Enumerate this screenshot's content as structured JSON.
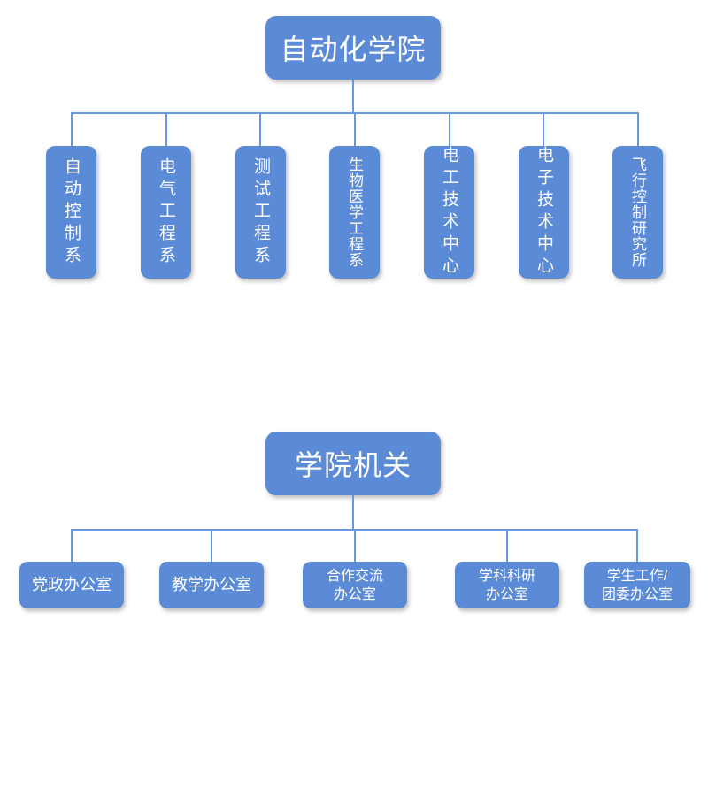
{
  "page": {
    "background_color": "#ffffff"
  },
  "colors": {
    "node_fill": "#5b8ad6",
    "node_text": "#ffffff",
    "connector": "#6a97e1"
  },
  "charts": [
    {
      "name": "automation-college",
      "root": {
        "label": "自动化学院"
      },
      "children": [
        {
          "label": "自动控制系"
        },
        {
          "label": "电气工程系"
        },
        {
          "label": "测试工程系"
        },
        {
          "label": "生物医学工程系"
        },
        {
          "label": "电工技术中心"
        },
        {
          "label": "电子技术中心"
        },
        {
          "label": "飞行控制研究所"
        }
      ]
    },
    {
      "name": "college-offices",
      "root": {
        "label": "学院机关"
      },
      "children": [
        {
          "label": "党政办公室"
        },
        {
          "label": "教学办公室"
        },
        {
          "label": "合作交流\n办公室"
        },
        {
          "label": "学科科研\n办公室"
        },
        {
          "label": "学生工作/\n团委办公室"
        }
      ]
    }
  ]
}
